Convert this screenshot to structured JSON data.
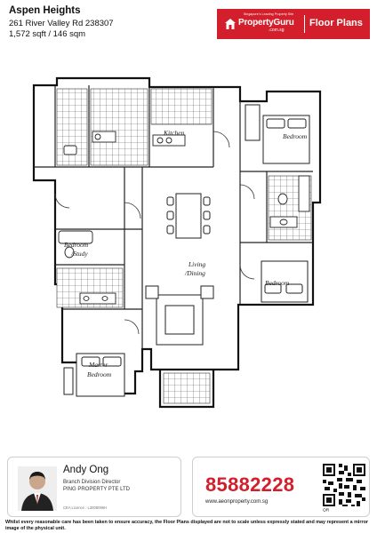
{
  "listing": {
    "name": "Aspen Heights",
    "address": "261 River Valley Rd 238307",
    "size": "1,572 sqft / 146 sqm"
  },
  "brand": {
    "tagline": "Singapore's Leading Property Site",
    "name": "PropertyGuru",
    "domain": ".com.sg",
    "section": "Floor Plans",
    "color": "#d21f2b"
  },
  "floorplan": {
    "rooms": {
      "kitchen": "Kitchen",
      "bedroom_top": "Bedroom",
      "bedroom_study_1": "Bedroom",
      "bedroom_study_2": "/Study",
      "living_1": "Living",
      "living_2": "/Dining",
      "bedroom_right": "Bedroom",
      "master_1": "Master",
      "master_2": "Bedroom"
    }
  },
  "agent": {
    "name": "Andy Ong",
    "title": "Branch Division Director",
    "company": "PING PROPERTY PTE LTD",
    "licence": "CEA Licence : L3008096H"
  },
  "contact": {
    "phone": "85882228",
    "website": "www.aeonproperty.com.sg"
  },
  "disclaimer": "Whilst every reasonable care has been taken to ensure accuracy, the Floor Plans displayed are not to scale unless expressly stated and may represent a mirror image of the physical unit."
}
